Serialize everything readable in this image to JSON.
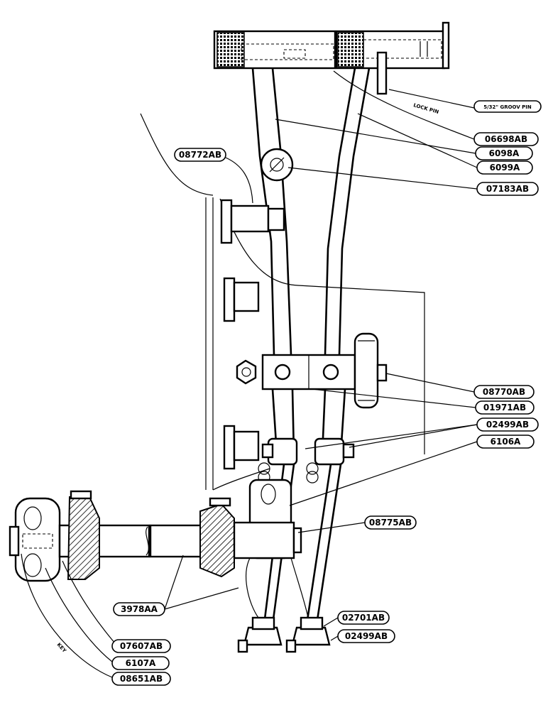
{
  "diagram": {
    "parts": {
      "p_groove_pin": "5/32\" GROOV PIN",
      "p_06698AB": "06698AB",
      "p_6098A": "6098A",
      "p_6099A": "6099A",
      "p_07183AB": "07183AB",
      "p_08772AB": "08772AB",
      "p_08770AB": "08770AB",
      "p_01971AB": "01971AB",
      "p_02499AB_a": "02499AB",
      "p_6106A": "6106A",
      "p_08775AB": "08775AB",
      "p_3978AA": "3978AA",
      "p_02701AB": "02701AB",
      "p_02499AB_b": "02499AB",
      "p_07607AB": "07607AB",
      "p_6107A": "6107A",
      "p_08651AB": "08651AB"
    },
    "notes": {
      "lock_pin": "LOCK PIN",
      "key": "KEY"
    }
  }
}
